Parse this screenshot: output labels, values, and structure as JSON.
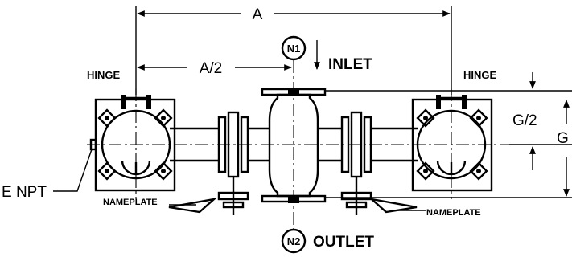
{
  "labels": {
    "dim_a": "A",
    "dim_a_half": "A/2",
    "dim_g": "G",
    "dim_g_half": "G/2",
    "hinge_left": "HINGE",
    "hinge_right": "HINGE",
    "nozzle_inlet_tag": "N1",
    "nozzle_outlet_tag": "N2",
    "inlet": "INLET",
    "outlet": "OUTLET",
    "nameplate_left": "NAMEPLATE",
    "nameplate_right": "NAMEPLATE",
    "npt": "E NPT"
  }
}
